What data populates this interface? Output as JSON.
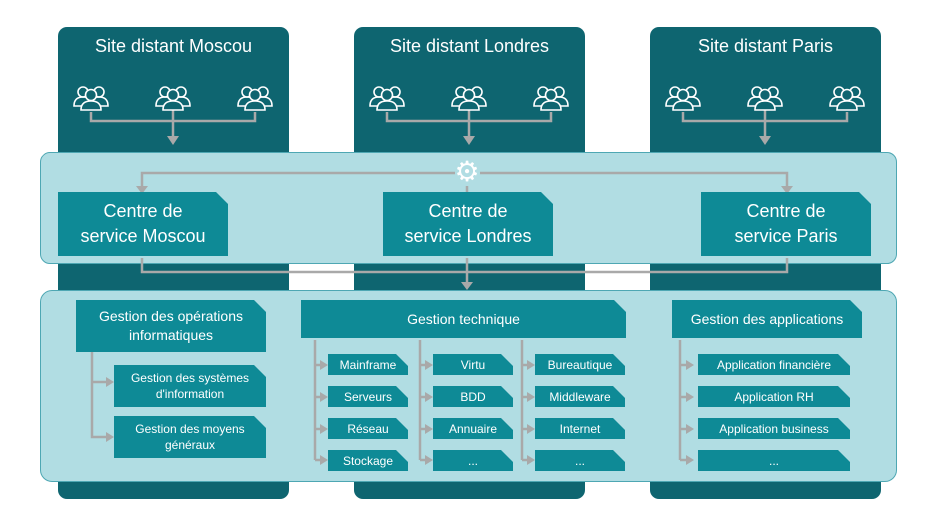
{
  "sites": [
    {
      "title": "Site distant Moscou"
    },
    {
      "title": "Site distant Londres"
    },
    {
      "title": "Site distant Paris"
    }
  ],
  "centers": [
    {
      "line1": "Centre de",
      "line2": "service Moscou"
    },
    {
      "line1": "Centre de",
      "line2": "service Londres"
    },
    {
      "line1": "Centre de",
      "line2": "service Paris"
    }
  ],
  "ops": {
    "title_line1": "Gestion des opérations",
    "title_line2": "informatiques",
    "subs": [
      {
        "line1": "Gestion des systèmes",
        "line2": "d'information"
      },
      {
        "line1": "Gestion des moyens",
        "line2": "généraux"
      }
    ]
  },
  "tech": {
    "title": "Gestion technique",
    "col1": [
      "Mainframe",
      "Serveurs",
      "Réseau",
      "Stockage"
    ],
    "col2": [
      "Virtu",
      "BDD",
      "Annuaire",
      "..."
    ],
    "col3": [
      "Bureautique",
      "Middleware",
      "Internet",
      "..."
    ]
  },
  "apps": {
    "title": "Gestion des applications",
    "items": [
      "Application financière",
      "Application RH",
      "Application business",
      "..."
    ]
  },
  "colors": {
    "dark_teal": "#0e6570",
    "teal": "#0e8a96",
    "light_band": "#b1dde3",
    "connector": "#a9a9a9"
  },
  "icons": {
    "users": "users-group-icon",
    "gear": "gear-icon"
  }
}
